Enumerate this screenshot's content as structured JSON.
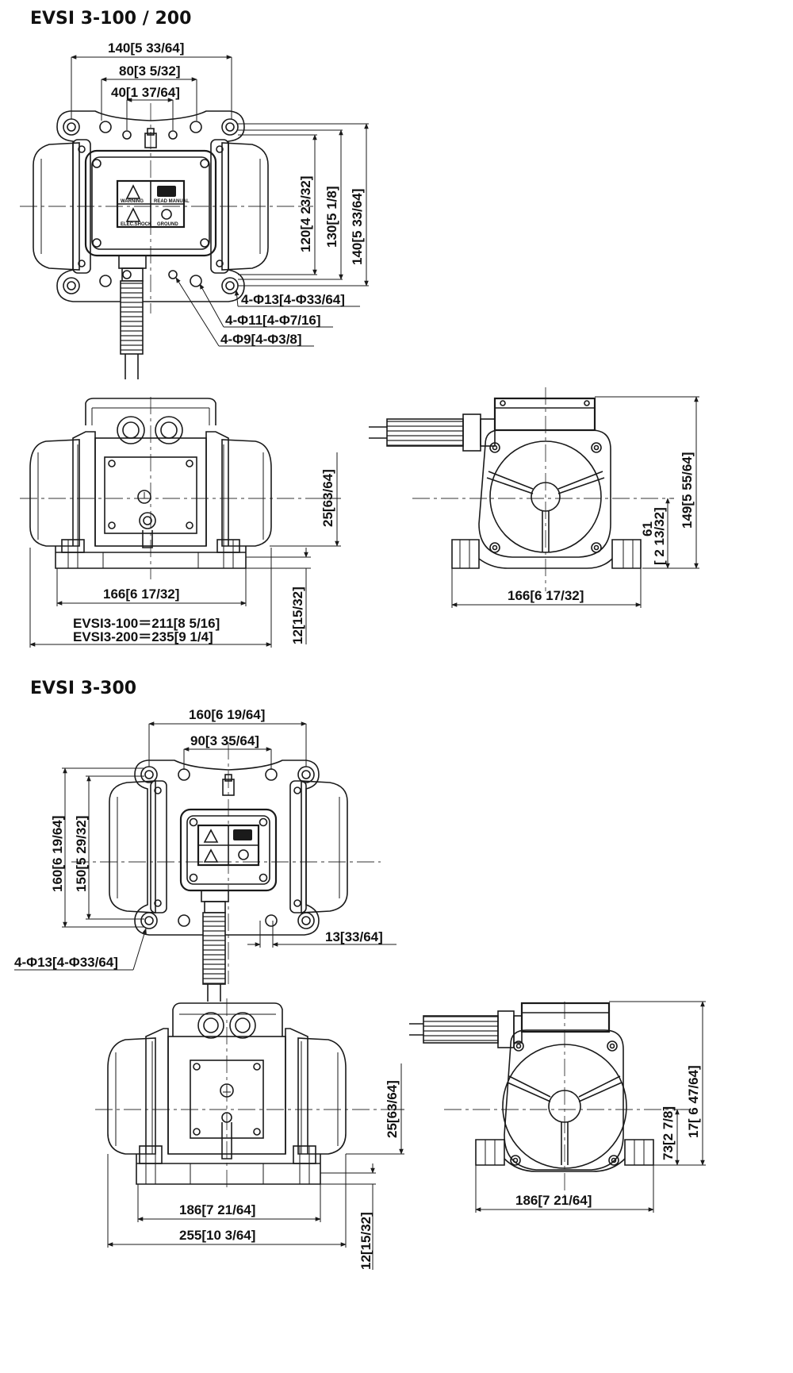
{
  "section_100_200": {
    "title": "EVSI 3-100 / 200",
    "top_view": {
      "d_140_width": "140[5 33/64]",
      "d_80": "80[3 5/32]",
      "d_40": "40[1 37/64]",
      "d_120": "120[4 23/32]",
      "d_130": "130[5 1/8]",
      "d_140_height": "140[5 33/64]",
      "hole_13": "4-Φ13[4-Φ33/64]",
      "hole_11": "4-Φ11[4-Φ7/16]",
      "hole_9": "4-Φ9[4-Φ3/8]"
    },
    "front_view": {
      "d_25": "25[63/64]",
      "d_166": "166[6 17/32]",
      "d_12": "12[15/32]",
      "d_211": "EVSI3-100＝211[8 5/16]",
      "d_235": "EVSI3-200＝235[9 1/4]"
    },
    "side_view": {
      "d_149": "149[5 55/64]",
      "d_61": "61",
      "d_61_inch": "[ 2 13/32]",
      "d_166": "166[6 17/32]"
    }
  },
  "section_300": {
    "title": "EVSI 3-300",
    "top_view": {
      "d_160_width": "160[6 19/64]",
      "d_90": "90[3 35/64]",
      "d_160_height": "160[6 19/64]",
      "d_150": "150[5 29/32]",
      "d_13": "13[33/64]",
      "hole_13": "4-Φ13[4-Φ33/64]"
    },
    "front_view": {
      "d_25": "25[63/64]",
      "d_186": "186[7 21/64]",
      "d_255": "255[10 3/64]",
      "d_12": "12[15/32]"
    },
    "side_view": {
      "d_17": "17[ 6 47/64]",
      "d_73": "73[2 7/8]",
      "d_186": "186[7 21/64]"
    }
  },
  "warning_label": {
    "warning": "WARNING",
    "read_manual": "READ MANUAL",
    "electric_shock": "ELEC.SHOCK",
    "ground": "GROUND"
  }
}
